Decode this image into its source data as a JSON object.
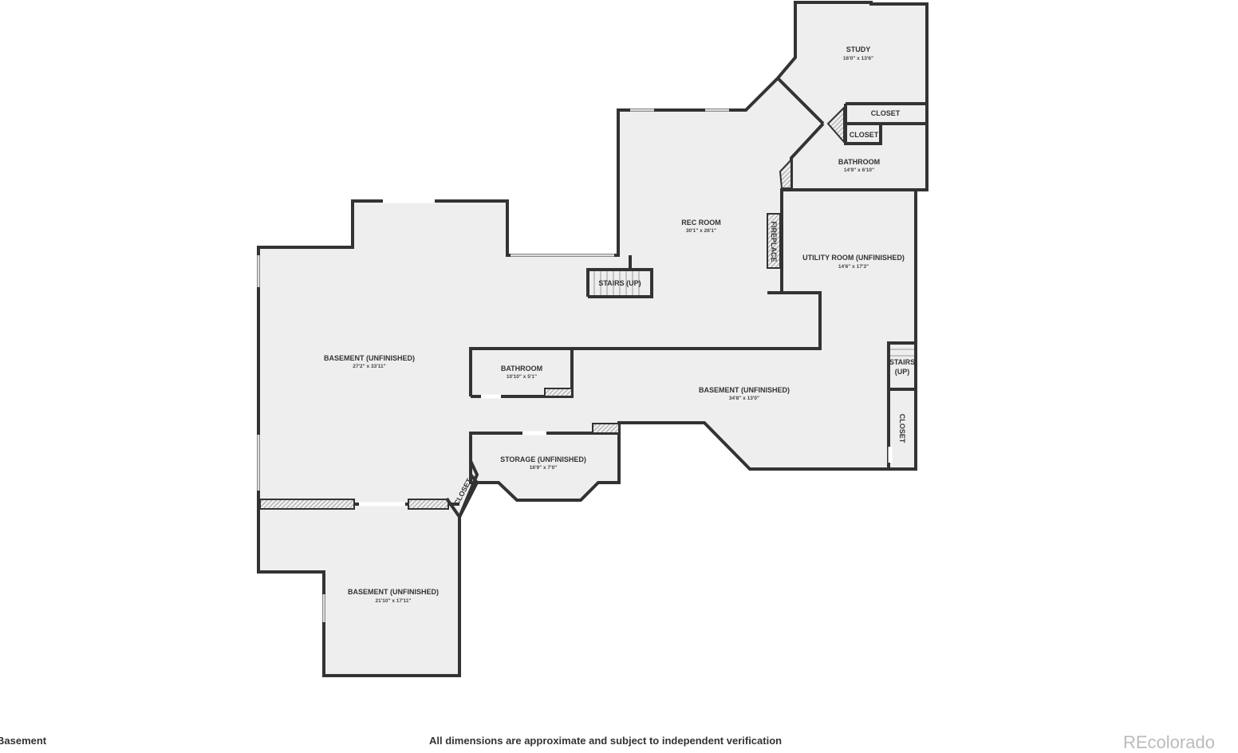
{
  "rooms": {
    "study": {
      "name": "STUDY",
      "dim": "16'0\" x 13'6\""
    },
    "closet_upper": {
      "name": "CLOSET"
    },
    "closet_lower": {
      "name": "CLOSET"
    },
    "bathroom_upper": {
      "name": "BATHROOM",
      "dim": "14'9\" x 6'10\""
    },
    "rec_room": {
      "name": "REC ROOM",
      "dim": "30'1\" x 26'1\""
    },
    "fireplace": {
      "name": "FIREPLACE"
    },
    "utility": {
      "name": "UTILITY ROOM (UNFINISHED)",
      "dim": "14'6\" x 17'3\""
    },
    "stairs_rec": {
      "name": "STAIRS (UP)"
    },
    "stairs_right": {
      "name1": "STAIRS",
      "name2": "(UP)"
    },
    "closet_right": {
      "name": "CLOSET"
    },
    "basement_left": {
      "name": "BASEMENT (UNFINISHED)",
      "dim": "27'2\" x 33'11\""
    },
    "bathroom_lower": {
      "name": "BATHROOM",
      "dim": "10'10\" x 5'1\""
    },
    "basement_center": {
      "name": "BASEMENT (UNFINISHED)",
      "dim": "34'8\" x 13'0\""
    },
    "storage": {
      "name": "STORAGE (UNFINISHED)",
      "dim": "16'9\" x 7'0\""
    },
    "closet_diag": {
      "name": "CLOSET"
    },
    "basement_bottom": {
      "name": "BASEMENT (UNFINISHED)",
      "dim": "21'10\" x 17'11\""
    }
  },
  "footer": {
    "floor_label": "Basement",
    "disclaimer": "All dimensions are approximate and subject to independent verification",
    "watermark": "REcolorado"
  }
}
